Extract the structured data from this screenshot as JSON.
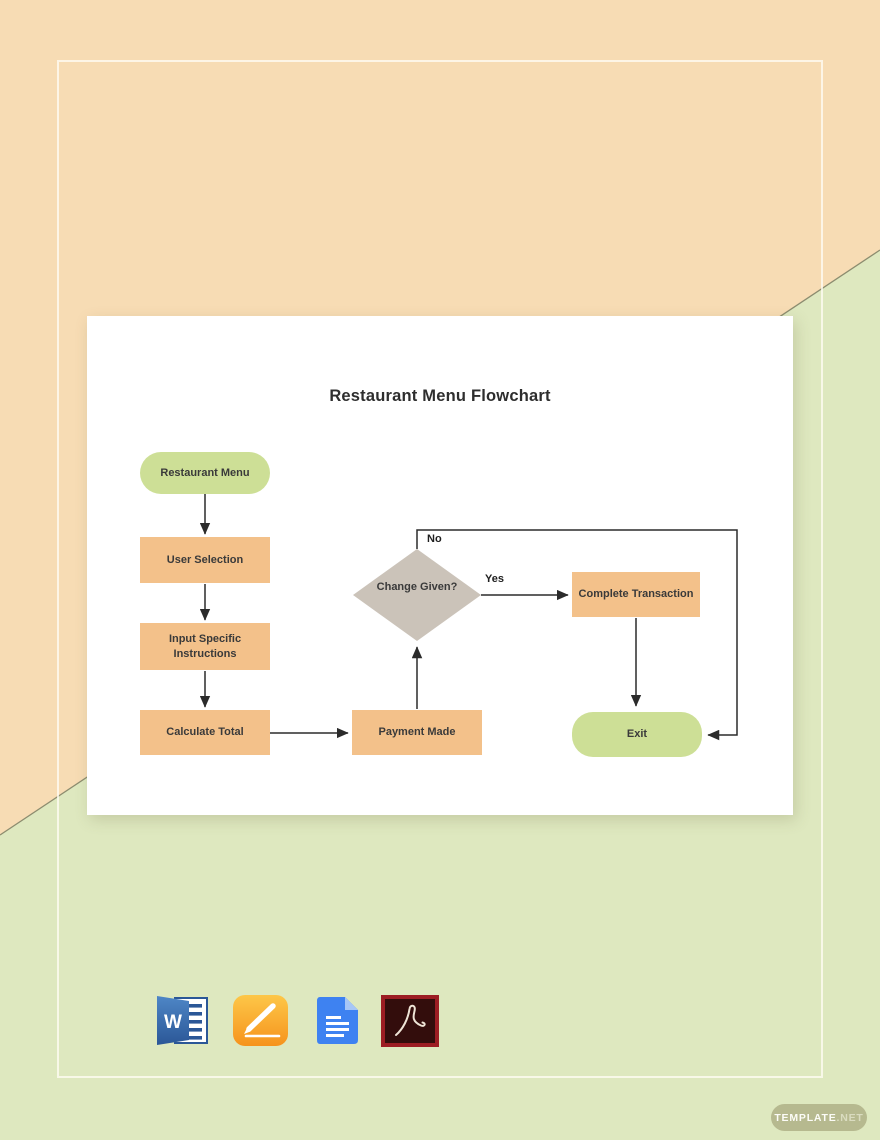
{
  "flowchart": {
    "title": "Restaurant Menu Flowchart",
    "nodes": {
      "start": {
        "label": "Restaurant Menu",
        "type": "terminator"
      },
      "user_selection": {
        "label": "User Selection",
        "type": "process"
      },
      "input_specific": {
        "label": "Input Specific Instructions",
        "type": "process"
      },
      "calculate_total": {
        "label": "Calculate Total",
        "type": "process"
      },
      "payment_made": {
        "label": "Payment Made",
        "type": "process"
      },
      "change_given": {
        "label": "Change Given?",
        "type": "decision"
      },
      "complete_transaction": {
        "label": "Complete Transaction",
        "type": "process"
      },
      "exit": {
        "label": "Exit",
        "type": "terminator"
      }
    },
    "edge_labels": {
      "yes": "Yes",
      "no": "No"
    },
    "colors": {
      "process_fill": "#f3c18a",
      "terminator_fill": "#cddf96",
      "decision_fill": "#cbc3b9",
      "line": "#2b2b2b",
      "background_peach": "#f7dcb4",
      "background_green": "#dee8bf"
    }
  },
  "footer": {
    "format_icons": [
      {
        "name": "microsoft-word",
        "letter": "W"
      },
      {
        "name": "apple-pages"
      },
      {
        "name": "google-docs"
      },
      {
        "name": "adobe-pdf"
      }
    ]
  },
  "watermark": {
    "brand": "TEMPLATE",
    "tld": ".NET"
  }
}
